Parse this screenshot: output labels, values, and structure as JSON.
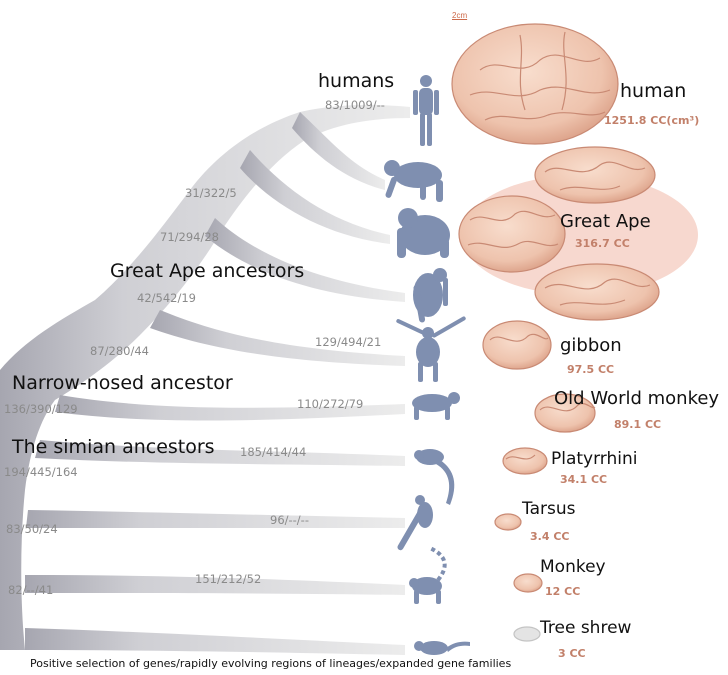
{
  "scale_label": "2cm",
  "caption": "Positive selection of genes/rapidly evolving regions of lineages/expanded gene families",
  "colors": {
    "tree": "#dcdcdc",
    "tree_dark": "#a6a6b0",
    "silhouette": "#7f8fb0",
    "brain": "#eec3ad",
    "brain_line": "#c98a74",
    "highlight": "#f7d8cf",
    "cc_text": "#c2806a"
  },
  "ancestors": {
    "great_ape": "Great Ape ancestors",
    "narrow_nosed": "Narrow-nosed ancestor",
    "simian": "The simian ancestors"
  },
  "branch_codes": {
    "humans": "83/1009/--",
    "chimp": "31/322/5",
    "gorilla": "71/294/28",
    "orangutan": "42/542/19",
    "great_ape_stem": "87/280/44",
    "gibbon": "129/494/21",
    "narrow_nosed": "136/390/129",
    "old_world_monkey": "110/272/79",
    "platyrrhini": "185/414/44",
    "simian": "194/445/164",
    "tarsus": "96/--/--",
    "primate": "83/50/24",
    "lemur": "151/212/52",
    "root": "82/--/41"
  },
  "taxa": {
    "humans_label": "humans",
    "human": {
      "name": "human",
      "cc": "1251.8 CC(cm³)"
    },
    "great_ape": {
      "name": "Great Ape",
      "cc": "316.7 CC"
    },
    "gibbon": {
      "name": "gibbon",
      "cc": "97.5 CC"
    },
    "old_world_monkey": {
      "name": "Old World monkey",
      "cc": "89.1 CC"
    },
    "platyrrhini": {
      "name": "Platyrrhini",
      "cc": "34.1 CC"
    },
    "tarsus": {
      "name": "Tarsus",
      "cc": "3.4 CC"
    },
    "monkey": {
      "name": "Monkey",
      "cc": "12 CC"
    },
    "tree_shrew": {
      "name": "Tree shrew",
      "cc": "3 CC"
    }
  }
}
